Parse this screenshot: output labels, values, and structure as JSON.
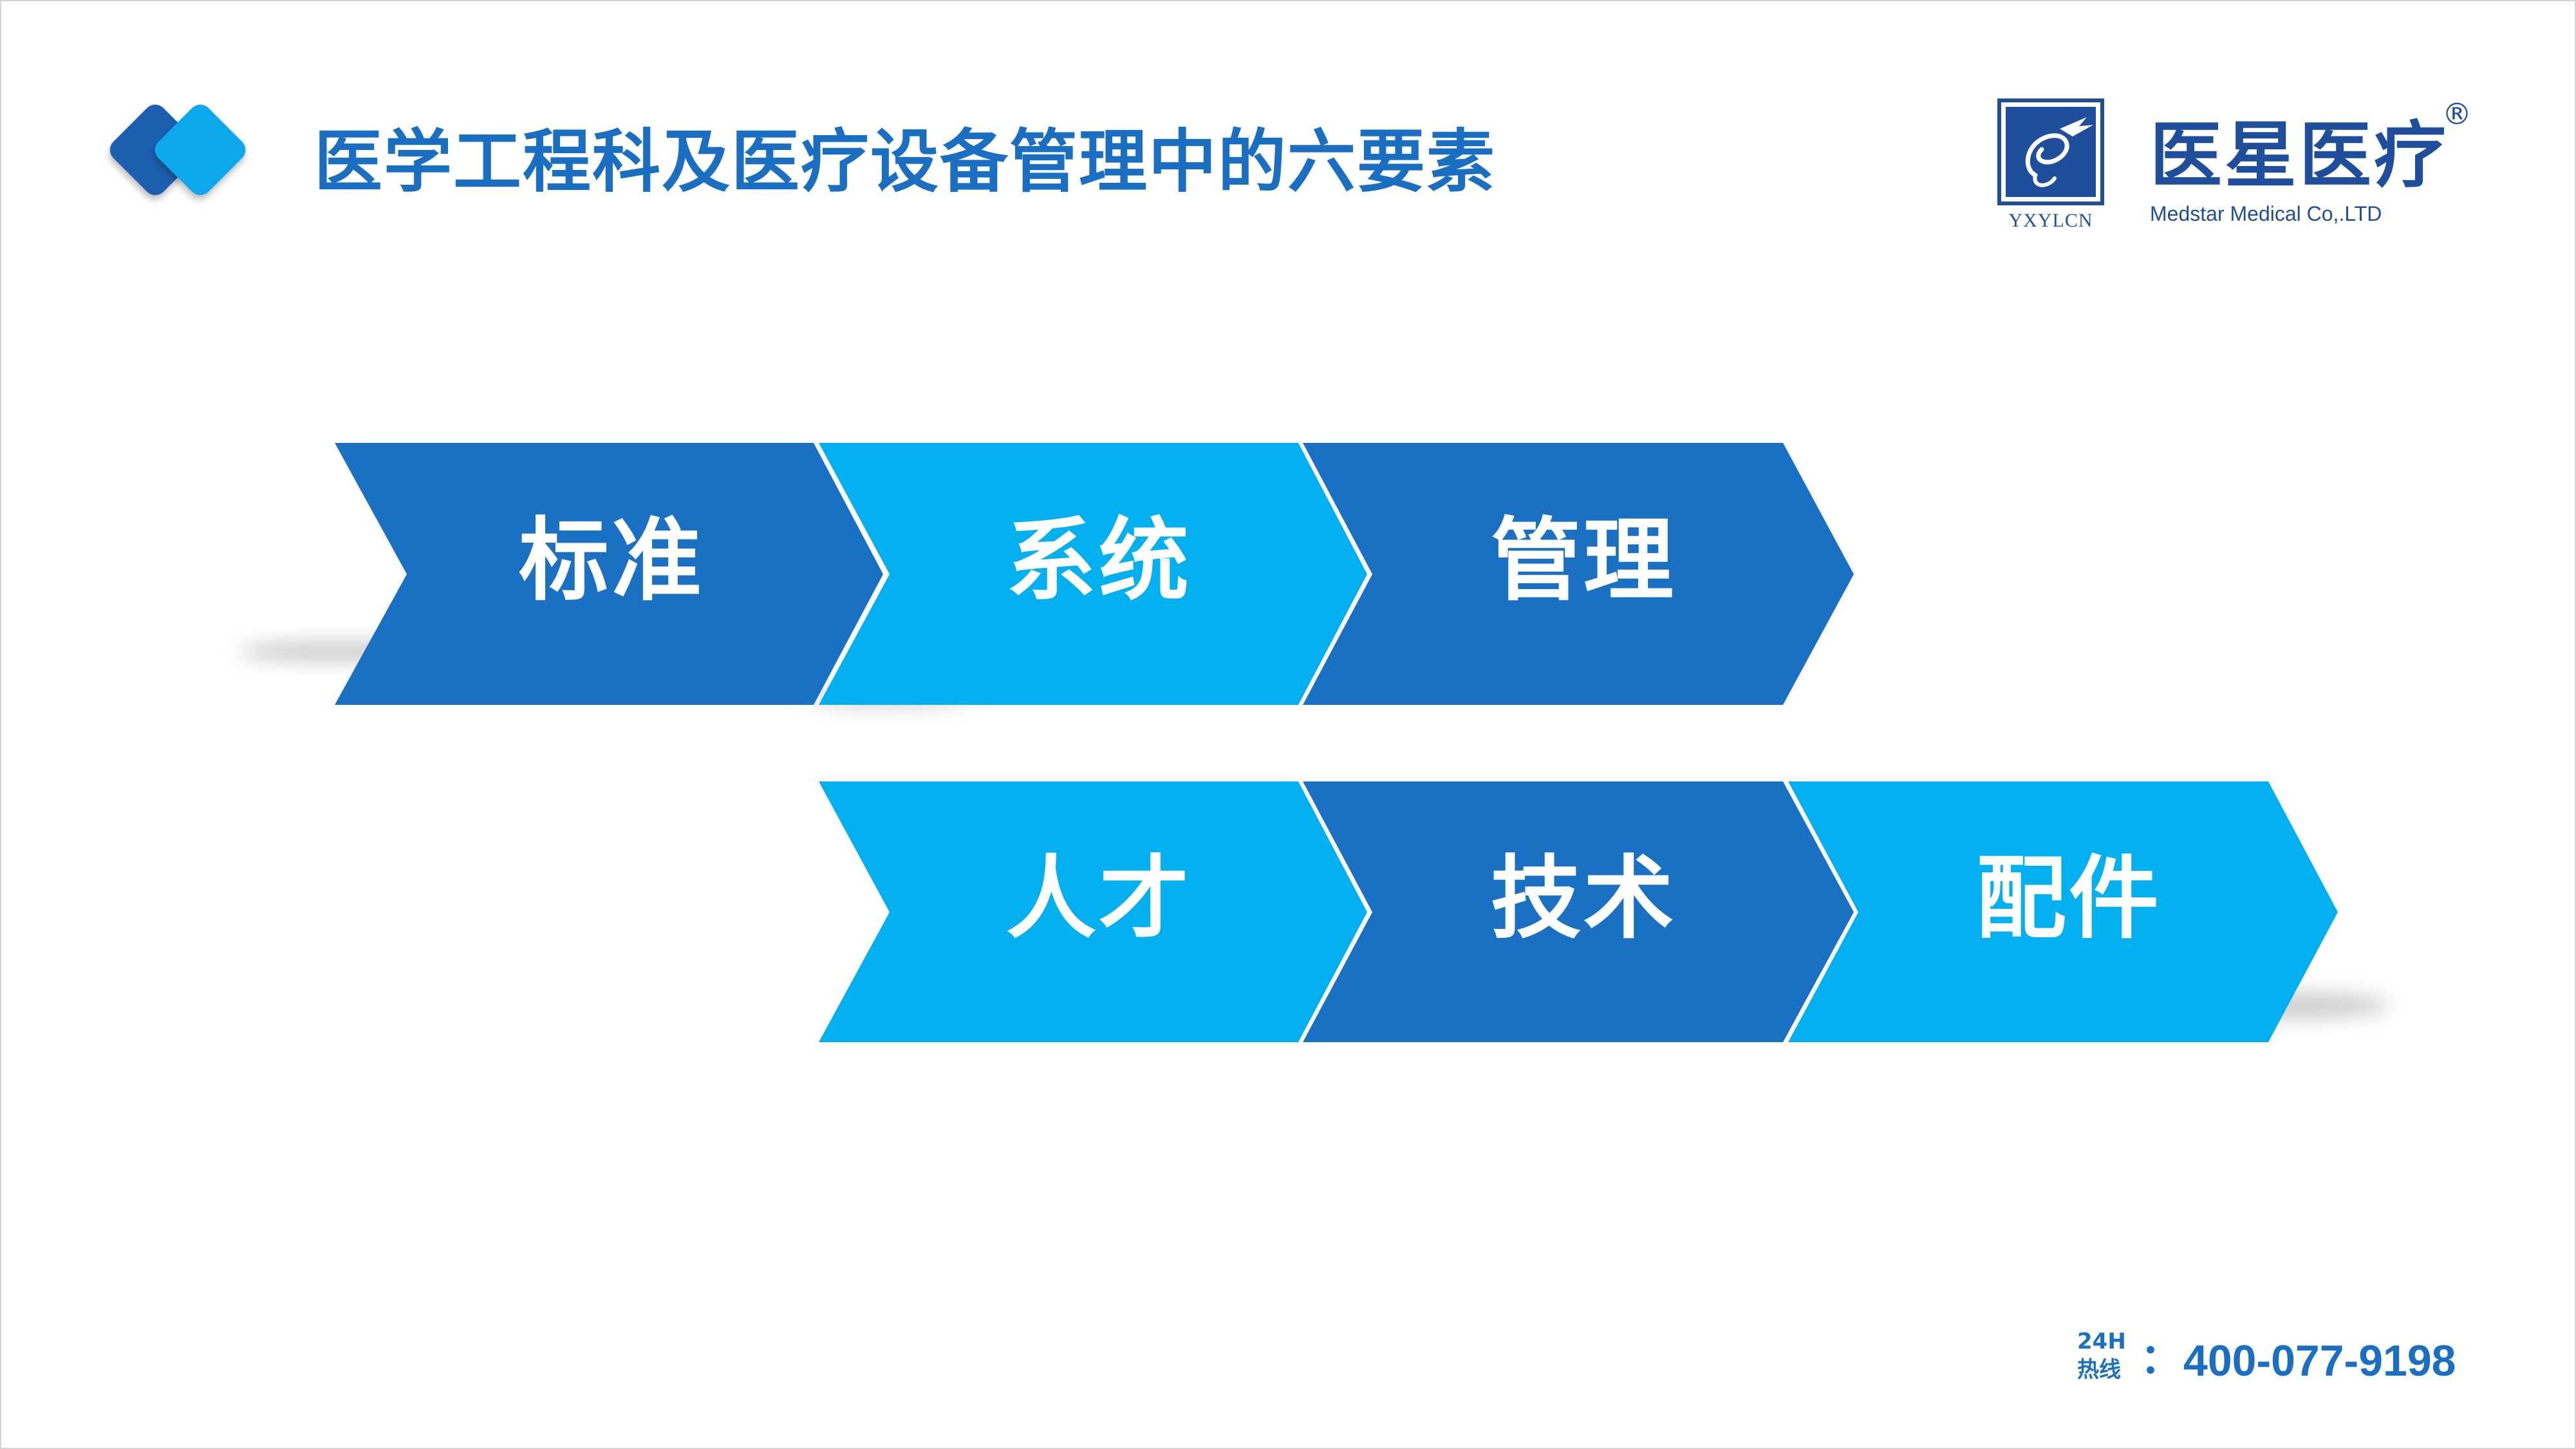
{
  "header": {
    "title": "医学工程科及医疗设备管理中的六要素",
    "mark_icon": "double-diamond-icon"
  },
  "brand": {
    "emblem_icon": "yxylcn-emblem-icon",
    "code": "YXYLCN",
    "name": "医星医疗",
    "registered": "®",
    "subtitle": "Medstar Medical Co,.LTD"
  },
  "diagram": {
    "colors": {
      "dark": "#1a71c3",
      "light": "#03b0ef"
    },
    "row1": [
      {
        "label": "标准",
        "color": "dark"
      },
      {
        "label": "系统",
        "color": "light"
      },
      {
        "label": "管理",
        "color": "dark"
      }
    ],
    "row2": [
      {
        "label": "人才",
        "color": "light"
      },
      {
        "label": "技术",
        "color": "dark"
      },
      {
        "label": "配件",
        "color": "light"
      }
    ]
  },
  "hotline": {
    "tag_line1": "24H",
    "tag_line2": "热线",
    "colon": "：",
    "number": "400-077-9198"
  }
}
